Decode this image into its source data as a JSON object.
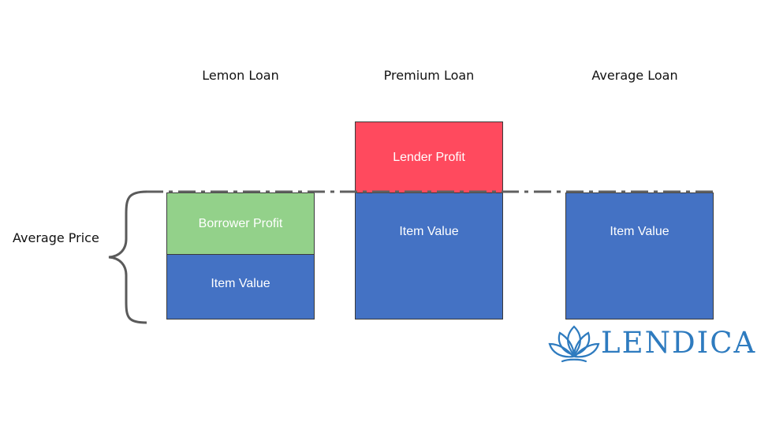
{
  "columns": {
    "lemon": {
      "title": "Lemon Loan",
      "top_label": "Borrower Profit",
      "bottom_label": "Item Value"
    },
    "premium": {
      "title": "Premium Loan",
      "top_label": "Lender Profit",
      "bottom_label": "Item Value"
    },
    "average": {
      "title": "Average Loan",
      "bottom_label": "Item Value"
    }
  },
  "side_label": "Average Price",
  "logo": {
    "text": "LENDICA",
    "icon": "lotus-logo-icon"
  },
  "colors": {
    "item_value": "#4472c4",
    "borrower_profit": "#93d18a",
    "lender_profit": "#ff4a5e",
    "reference_line": "#606060",
    "brand": "#2e7bbf"
  }
}
